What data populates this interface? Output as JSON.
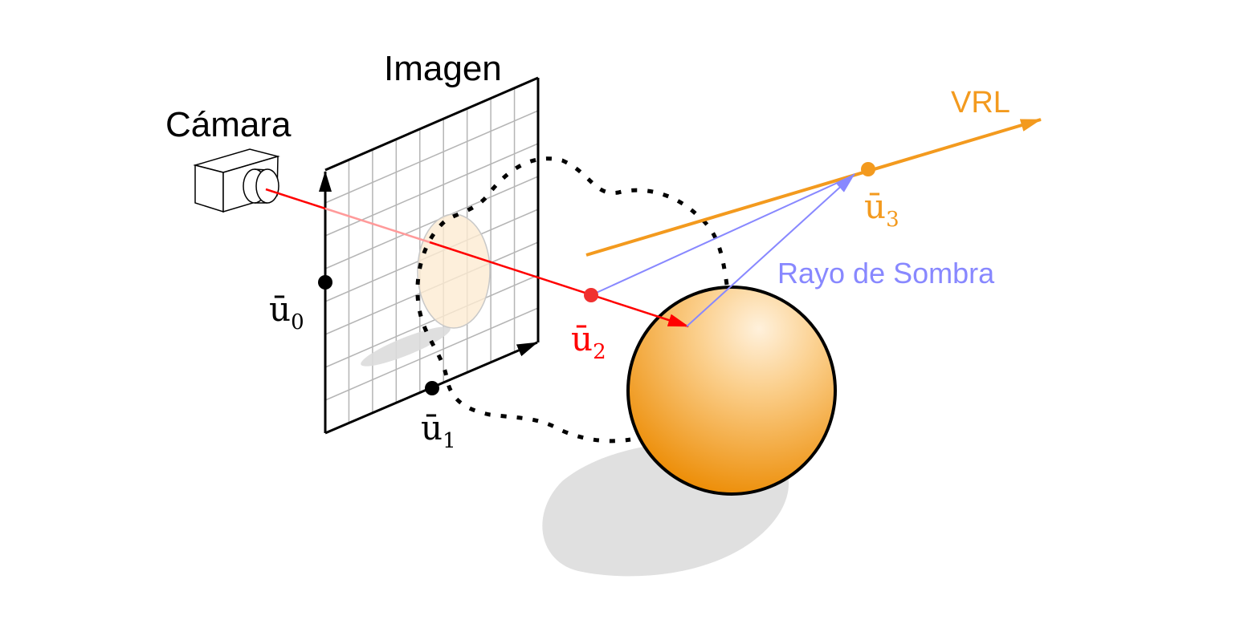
{
  "labels": {
    "image": "Imagen",
    "camera": "Cámara",
    "vrl": "VRL",
    "shadow_ray": "Rayo de Sombra"
  },
  "points": [
    {
      "base": "ū",
      "sub": "0"
    },
    {
      "base": "ū",
      "sub": "1"
    },
    {
      "base": "ū",
      "sub": "2"
    },
    {
      "base": "ū",
      "sub": "3"
    }
  ],
  "colors": {
    "camera_ray": "#ff0000",
    "shadow_ray": "#8888ff",
    "vrl": "#f39a1e",
    "sphere": "#f0950f",
    "shadow": "#e0e0e0"
  }
}
